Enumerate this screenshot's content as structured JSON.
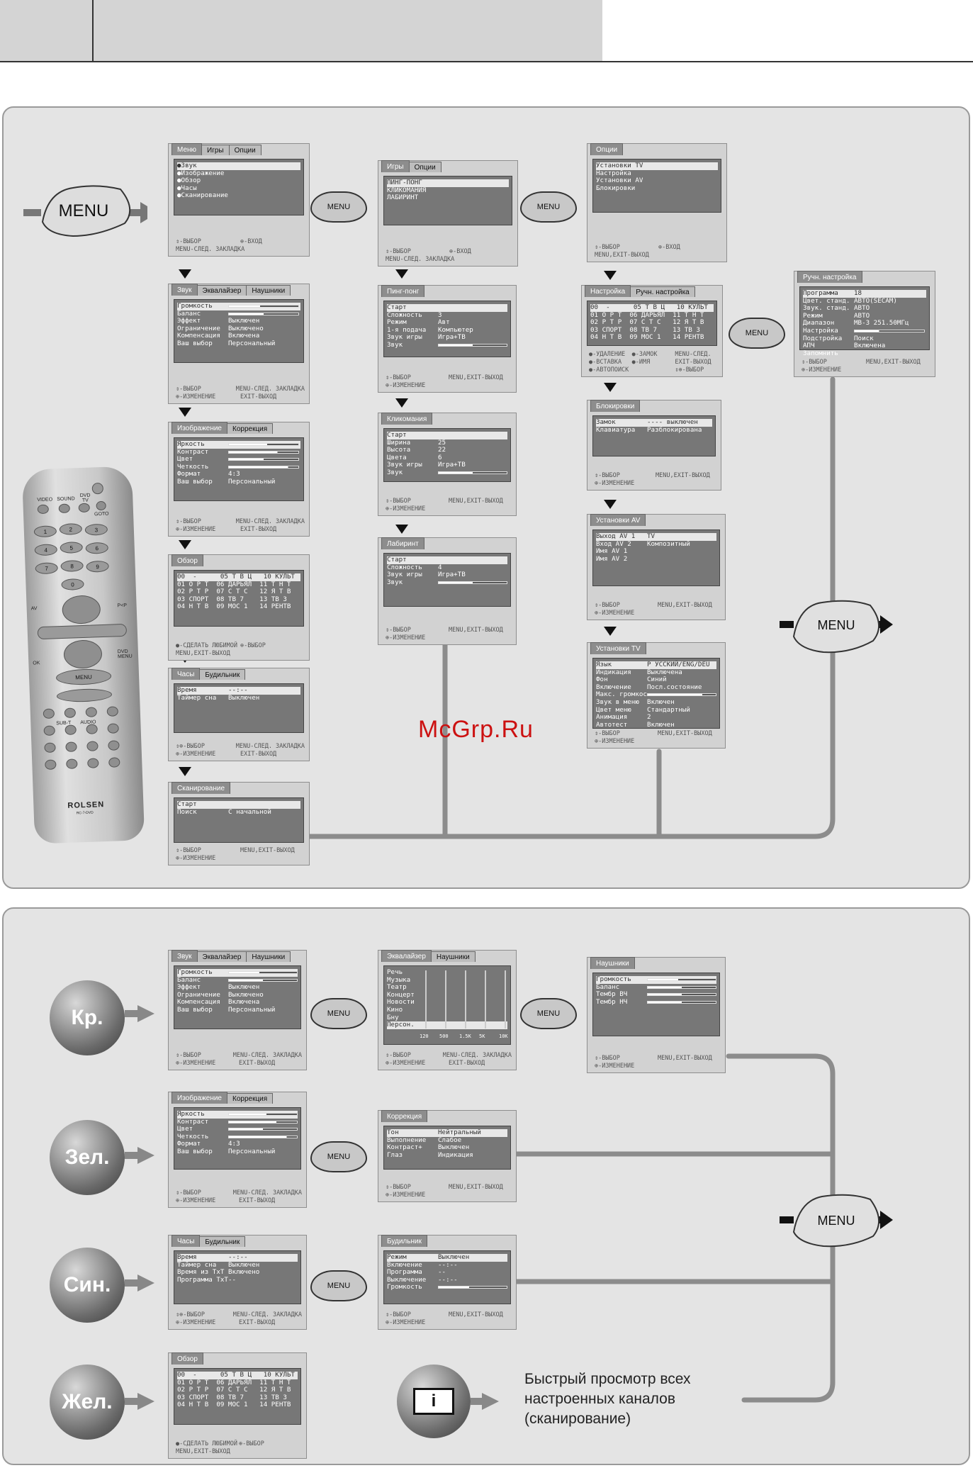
{
  "watermark": "McGrp.Ru",
  "menu_label": "MENU",
  "balls": {
    "red": "Кр.",
    "green": "Зел.",
    "blue": "Син.",
    "yellow": "Жел."
  },
  "info_text": [
    "Быстрый просмотр всех",
    "настроенных каналов",
    "(сканирование)"
  ],
  "remote": {
    "brand": "ROLSEN",
    "model": "RC-7-DVD",
    "labels": {
      "video": "VIDEO",
      "sound": "SOUND",
      "dvd_tv": "DVD TV",
      "goto": "GOTO",
      "av": "AV",
      "pp": "P<P",
      "ok": "OK",
      "dvd_menu": "DVD MENU",
      "menu": "MENU",
      "subt": "SUB-T",
      "audio": "AUDIO"
    },
    "digits": [
      "1",
      "2",
      "3",
      "4",
      "5",
      "6",
      "7",
      "8",
      "9",
      "0"
    ]
  },
  "screens": {
    "main": {
      "tabs": [
        "Меню",
        "Игры",
        "Опции"
      ],
      "rows": [
        "Звук",
        "Изображение",
        "Обзор",
        "Часы",
        "Сканирование"
      ],
      "footer": [
        [
          "⇕-ВЫБОР",
          "⊕-ВХОД"
        ],
        [
          "MENU-СЛЕД. ЗАКЛАДКА",
          ""
        ]
      ]
    },
    "games": {
      "tabs": [
        "Игры",
        "Опции"
      ],
      "rows": [
        "ПИНГ-ПОНГ",
        "КЛИКОМАНИЯ",
        "ЛАБИРИНТ"
      ],
      "footer": [
        [
          "⇕-ВЫБОР",
          "⊕-ВХОД"
        ],
        [
          "MENU-СЛЕД. ЗАКЛАДКА",
          ""
        ]
      ]
    },
    "options": {
      "tabs": [
        "Опции"
      ],
      "rows": [
        "Установки TV",
        "Настройка",
        "Установки AV",
        "Блокировки"
      ],
      "footer": [
        [
          "⇕-ВЫБОР",
          "⊕-ВХОД"
        ],
        [
          "MENU,EXIT-ВЫХОД",
          ""
        ]
      ]
    },
    "sound": {
      "tabs": [
        "Звук",
        "Эквалайзер",
        "Наушники"
      ],
      "rows": [
        [
          "Громкость",
          ""
        ],
        [
          "Баланс",
          ""
        ],
        [
          "Эффект",
          "Выключен"
        ],
        [
          "Ограничение",
          "Выключено"
        ],
        [
          "Компенсация",
          "Включена"
        ],
        [
          "Ваш выбор",
          "Персональный"
        ]
      ],
      "footer": [
        [
          "⇕-ВЫБОР",
          "MENU-СЛЕД. ЗАКЛАДКА"
        ],
        [
          "⊕-ИЗМЕНЕНИЕ",
          "EXIT-ВЫХОД"
        ]
      ]
    },
    "picture": {
      "tabs": [
        "Изображение",
        "Коррекция"
      ],
      "rows": [
        [
          "Яркость",
          ""
        ],
        [
          "Контраст",
          ""
        ],
        [
          "Цвет",
          ""
        ],
        [
          "Четкость",
          ""
        ],
        [
          "Формат",
          "4:3"
        ],
        [
          "Ваш выбор",
          "Персональный"
        ]
      ],
      "footer": [
        [
          "⇕-ВЫБОР",
          "MENU-СЛЕД. ЗАКЛАДКА"
        ],
        [
          "⊕-ИЗМЕНЕНИЕ",
          "EXIT-ВЫХОД"
        ]
      ]
    },
    "review": {
      "tabs": [
        "Обзор"
      ],
      "rows": [
        "00  -      05 Т В Ц   10 КУЛЬТ",
        "01 О Р Т  06 ДАРЬЯЛ  11 Т Н Т",
        "02 Р Т Р  07 С Т С   12 Я Т В",
        "03 СПОРТ  08 ТВ 7    13 ТВ 3",
        "04 Н Т В  09 MOC 1   14 РЕНТВ"
      ],
      "footer": [
        [
          "●-СДЕЛАТЬ ЛЮБИМОЙ",
          "⊕-ВЫБОР"
        ],
        [
          "MENU,EXIT-ВЫХОД",
          ""
        ]
      ]
    },
    "clock": {
      "tabs": [
        "Часы",
        "Будильник"
      ],
      "rows": [
        [
          "Время",
          "--:--"
        ],
        [
          "Таймер сна",
          "Выключен"
        ]
      ],
      "footer": [
        [
          "⇕⊕-ВЫБОР",
          "MENU-СЛЕД. ЗАКЛАДКА"
        ],
        [
          "⊕-ИЗМЕНЕНИЕ",
          "EXIT-ВЫХОД"
        ]
      ]
    },
    "clock2": {
      "tabs": [
        "Часы",
        "Будильник"
      ],
      "rows": [
        [
          "Время",
          "--:--"
        ],
        [
          "Таймер сна",
          "Выключен"
        ],
        [
          "Время из TxT",
          "Включено"
        ],
        [
          "Программа TxT",
          "--"
        ]
      ],
      "footer": [
        [
          "⇕⊕-ВЫБОР",
          "MENU-СЛЕД. ЗАКЛАДКА"
        ],
        [
          "⊕-ИЗМЕНЕНИЕ",
          "EXIT-ВЫХОД"
        ]
      ]
    },
    "scan": {
      "tabs": [
        "Сканирование"
      ],
      "rows": [
        [
          "Старт",
          ""
        ],
        [
          "Поиск",
          "С начальной"
        ]
      ],
      "footer": [
        [
          "⇕-ВЫБОР",
          "MENU,EXIT-ВЫХОД"
        ],
        [
          "⊕-ИЗМЕНЕНИЕ",
          ""
        ]
      ]
    },
    "pingpong": {
      "tabs": [
        "Пинг-понг"
      ],
      "rows": [
        [
          "Старт",
          ""
        ],
        [
          "Сложность",
          "3"
        ],
        [
          "Режим",
          "Авт"
        ],
        [
          "1-я подача",
          "Компьютер"
        ],
        [
          "Звук игры",
          "Игра+ТВ"
        ],
        [
          "Звук",
          ""
        ]
      ],
      "footer": [
        [
          "⇕-ВЫБОР",
          "MENU,EXIT-ВЫХОД"
        ],
        [
          "⊕-ИЗМЕНЕНИЕ",
          ""
        ]
      ]
    },
    "klik": {
      "tabs": [
        "Кликомания"
      ],
      "rows": [
        [
          "Старт",
          ""
        ],
        [
          "Ширина",
          "25"
        ],
        [
          "Высота",
          "22"
        ],
        [
          "Цвета",
          "6"
        ],
        [
          "Звук игры",
          "Игра+ТВ"
        ],
        [
          "Звук",
          ""
        ]
      ],
      "footer": [
        [
          "⇕-ВЫБОР",
          "MENU,EXIT-ВЫХОД"
        ],
        [
          "⊕-ИЗМЕНЕНИЕ",
          ""
        ]
      ]
    },
    "labyrinth": {
      "tabs": [
        "Лабиринт"
      ],
      "rows": [
        [
          "Старт",
          ""
        ],
        [
          "Сложность",
          "4"
        ],
        [
          "Звук игры",
          "Игра+ТВ"
        ],
        [
          "Звук",
          ""
        ]
      ],
      "footer": [
        [
          "⇕-ВЫБОР",
          "MENU,EXIT-ВЫХОД"
        ],
        [
          "⊕-ИЗМЕНЕНИЕ",
          ""
        ]
      ]
    },
    "tuning": {
      "tabs": [
        "Настройка",
        "Ручн. настройка"
      ],
      "rows": [
        "00  -      05 Т В Ц   10 КУЛЬТ",
        "01 О Р Т  06 ДАРЬЯЛ  11 Т Н Т",
        "02 Р Т Р  07 С Т С   12 Я Т В",
        "03 СПОРТ  08 ТВ 7    13 ТВ 3",
        "04 Н Т В  09 MOC 1   14 РЕНТВ"
      ],
      "footer": [
        [
          "●-УДАЛЕНИЕ",
          "●-ЗАМОК",
          "MENU-СЛЕД."
        ],
        [
          "●-ВСТАВКА",
          "●-ИМЯ",
          "EXIT-ВЫХОД"
        ],
        [
          "●-АВТОПОИСК",
          "",
          "⇕⊕-ВЫБОР"
        ]
      ]
    },
    "manual": {
      "tabs": [
        "Ручн. настройка"
      ],
      "rows": [
        [
          "Программа",
          "18"
        ],
        [
          "Цвет. станд.",
          "АВТО(SECAM)"
        ],
        [
          "Звук. станд.",
          "АВТО"
        ],
        [
          "Режим",
          "АВТО"
        ],
        [
          "Диапазон",
          "МВ-3    251.50МГц"
        ],
        [
          "Настройка",
          ""
        ],
        [
          "Подстройка",
          "Поиск"
        ],
        [
          "АПЧ",
          "Включена"
        ],
        [
          "Запомнить",
          ""
        ]
      ],
      "footer": [
        [
          "⇕-ВЫБОР",
          "MENU,EXIT-ВЫХОД"
        ],
        [
          "⊕-ИЗМЕНЕНИЕ",
          ""
        ]
      ]
    },
    "locks": {
      "tabs": [
        "Блокировки"
      ],
      "rows": [
        [
          "Замок",
          "---- выключен"
        ],
        [
          "Клавиатура",
          "Разблокирована"
        ]
      ],
      "footer": [
        [
          "⇕-ВЫБОР",
          "MENU,EXIT-ВЫХОД"
        ],
        [
          "⊕-ИЗМЕНЕНИЕ",
          ""
        ]
      ]
    },
    "avset": {
      "tabs": [
        "Установки AV"
      ],
      "rows": [
        [
          "Выход AV 1",
          "TV"
        ],
        [
          "Вход AV 2",
          "Композитный"
        ],
        [
          "Имя AV 1",
          ""
        ],
        [
          "Имя AV 2",
          ""
        ]
      ],
      "footer": [
        [
          "⇕-ВЫБОР",
          "MENU,EXIT-ВЫХОД"
        ],
        [
          "⊕-ИЗМЕНЕНИЕ",
          ""
        ]
      ]
    },
    "tvset": {
      "tabs": [
        "Установки TV"
      ],
      "rows": [
        [
          "Язык",
          "P УССКИЙ/ENG/DEU"
        ],
        [
          "Индикация",
          "Выключена"
        ],
        [
          "Фон",
          "Синий"
        ],
        [
          "Включение",
          "Посл.состояние"
        ],
        [
          "Макс. громкость",
          ""
        ],
        [
          "Звук в меню",
          "Включен"
        ],
        [
          "Цвет меню",
          "Стандартный"
        ],
        [
          "Анимация",
          "2"
        ],
        [
          "Автотест",
          "Включен"
        ]
      ],
      "footer": [
        [
          "⇕-ВЫБОР",
          "MENU,EXIT-ВЫХОД"
        ],
        [
          "⊕-ИЗМЕНЕНИЕ",
          ""
        ]
      ]
    },
    "equalizer": {
      "tabs": [
        "Эквалайзер",
        "Наушники"
      ],
      "rows": [
        "Речь",
        "Музыка",
        "Театр",
        "Концерт",
        "Новости",
        "Кино",
        "Бну",
        "Персон."
      ],
      "bands": [
        "120",
        "500",
        "1.5K",
        "5K",
        "10K"
      ],
      "footer": [
        [
          "⇕-ВЫБОР",
          "MENU-СЛЕД. ЗАКЛАДКА"
        ],
        [
          "⊕-ИЗМЕНЕНИЕ",
          "EXIT-ВЫХОД"
        ]
      ]
    },
    "phones": {
      "tabs": [
        "Наушники"
      ],
      "rows": [
        [
          "Громкость",
          ""
        ],
        [
          "Баланс",
          ""
        ],
        [
          "Тембр ВЧ",
          ""
        ],
        [
          "Тембр НЧ",
          ""
        ]
      ],
      "footer": [
        [
          "⇕-ВЫБОР",
          "MENU,EXIT-ВЫХОД"
        ],
        [
          "⊕-ИЗМЕНЕНИЕ",
          ""
        ]
      ]
    },
    "correction": {
      "tabs": [
        "Коррекция"
      ],
      "rows": [
        [
          "Тон",
          "Нейтральный"
        ],
        [
          "Выполнение",
          "Слабое"
        ],
        [
          "Контраст+",
          "Выключен"
        ],
        [
          "Глаз",
          "Индикация"
        ]
      ],
      "footer": [
        [
          "⇕-ВЫБОР",
          "MENU,EXIT-ВЫХОД"
        ],
        [
          "⊕-ИЗМЕНЕНИЕ",
          ""
        ]
      ]
    },
    "alarm": {
      "tabs": [
        "Будильник"
      ],
      "rows": [
        [
          "Режим",
          "Выключен"
        ],
        [
          "Включение",
          "--:--"
        ],
        [
          "Программа",
          "--"
        ],
        [
          "Выключение",
          "--:--"
        ],
        [
          "Громкость",
          ""
        ]
      ],
      "footer": [
        [
          "⇕-ВЫБОР",
          "MENU,EXIT-ВЫХОД"
        ],
        [
          "⊕-ИЗМЕНЕНИЕ",
          ""
        ]
      ]
    }
  }
}
